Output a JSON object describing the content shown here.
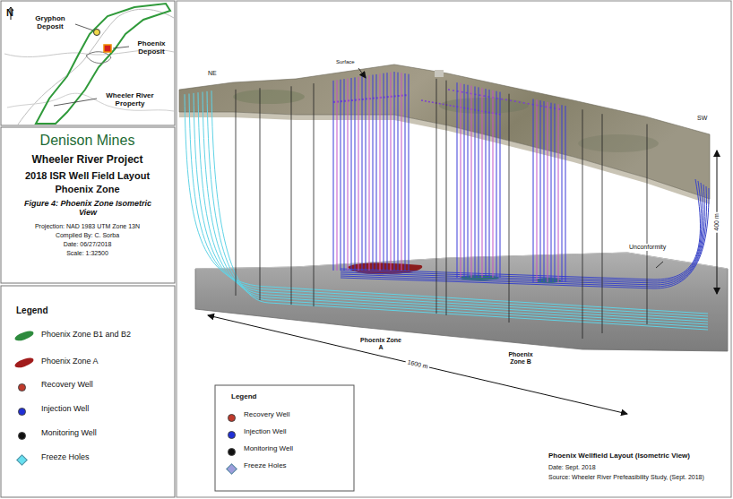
{
  "diagram": {
    "title": "Wheeler River Project",
    "caption": "Phoenix Wellfield Layout (Isometric View)",
    "labels": [
      "N",
      "Gryphon Deposit",
      "Phoenix Deposit",
      "Wheeler River Property",
      "Denison Mines",
      "2018 ISR Well Field Layout",
      "Phoenix Zone",
      "Figure 4: Phoenix Zone Isometric View",
      "Projection: NAD 1983 UTM Zone 13N",
      "Compiled By: C. Sorba",
      "Date: 06/27/2018",
      "Scale: 1:32500",
      "Legend",
      "NE",
      "SW",
      "Surface",
      "Unconformity",
      "400 m",
      "Phoenix Zone A",
      "Phoenix Zone B",
      "1600 m",
      "Legend",
      "Date: Sept. 2018",
      "Source: Wheeler River Prefeasibility Study, (Sept. 2018)"
    ],
    "legend": [
      {
        "text": "Phoenix Zone B1 and B2",
        "color": "#2e8b3e"
      },
      {
        "text": "Phoenix Zone A",
        "color": "#a11c1c"
      },
      {
        "text": "Recovery Well",
        "color": "#c0392b"
      },
      {
        "text": "Injection Well",
        "color": "#1f2fd6"
      },
      {
        "text": "Monitoring Well",
        "color": "#111111"
      },
      {
        "text": "Freeze Holes",
        "color": "#66e0f0"
      },
      {
        "text": "Recovery Well",
        "color": "#c0392b"
      },
      {
        "text": "Injection Well",
        "color": "#1f2fd6"
      },
      {
        "text": "Monitoring Well",
        "color": "#111111"
      },
      {
        "text": "Freeze Holes",
        "color": "#9d9ddc"
      }
    ]
  }
}
